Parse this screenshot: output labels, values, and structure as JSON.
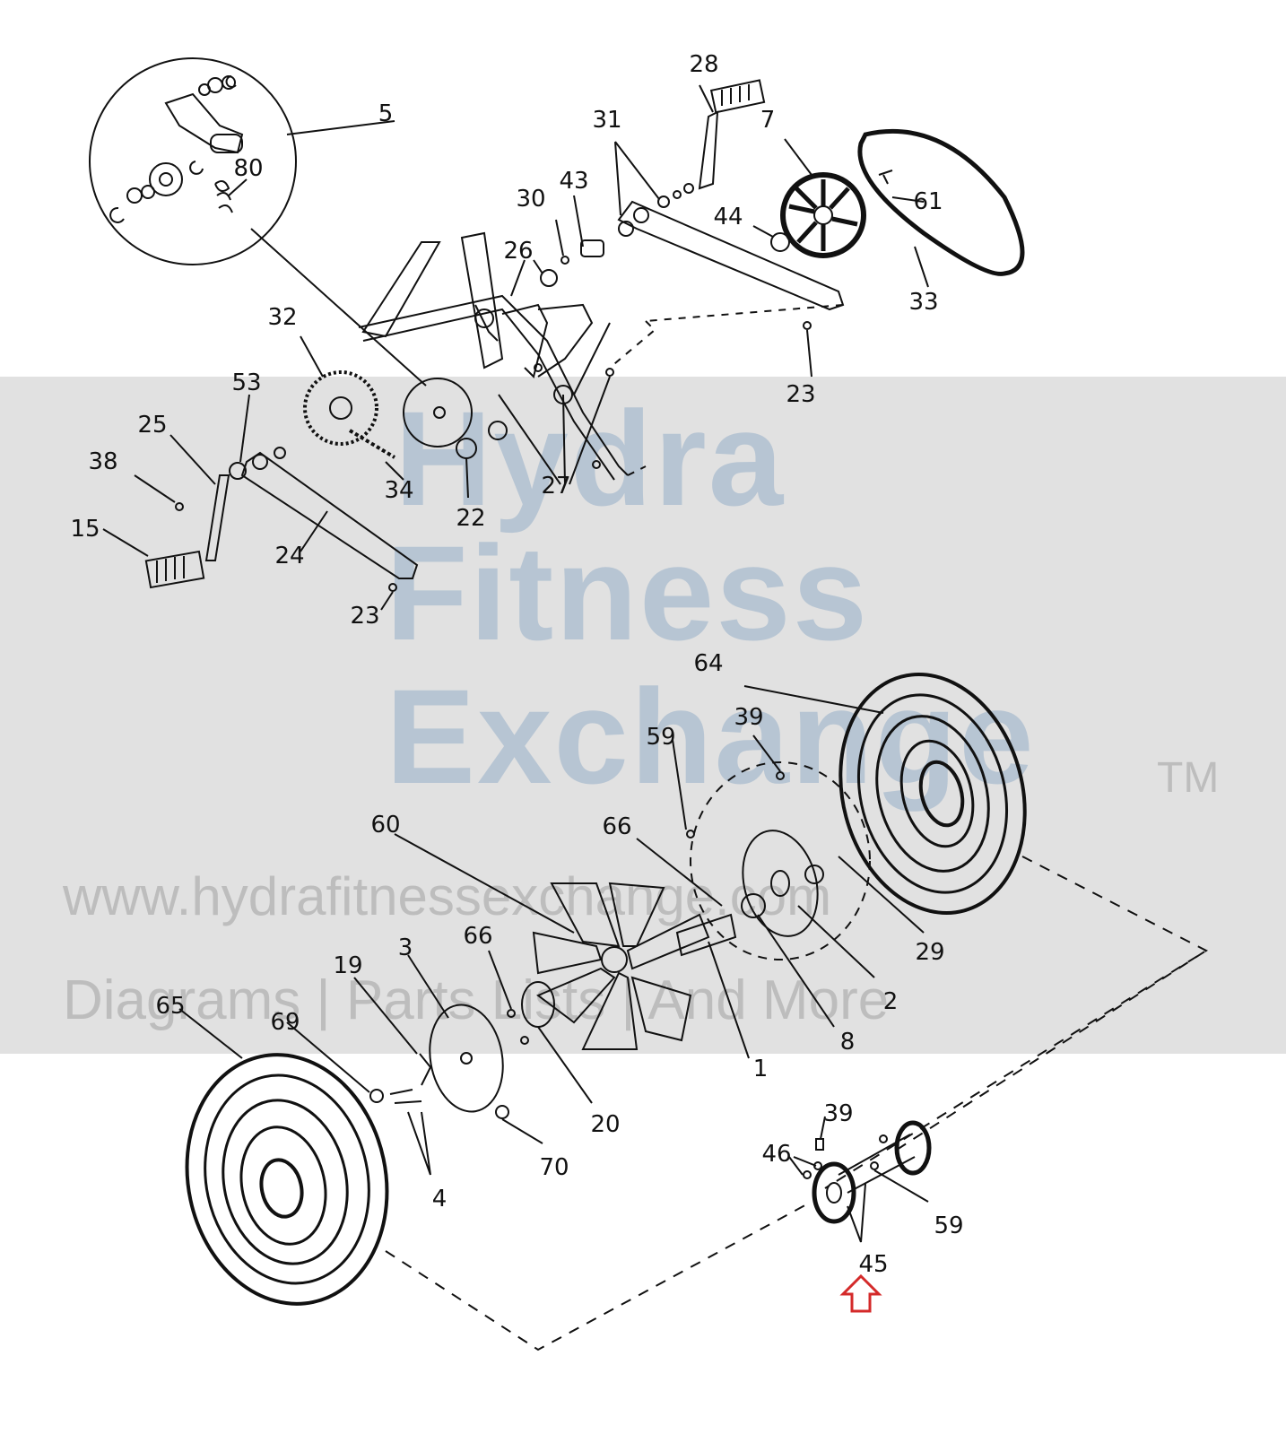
{
  "watermark": {
    "line1": "Hydra",
    "line2": "Fitness",
    "line3": "Exchange",
    "tm": "TM",
    "url": "www.hydrafitnessexchange.com",
    "tagline": "Diagrams | Parts Lists | And More"
  },
  "part_labels": [
    "5",
    "80",
    "28",
    "31",
    "7",
    "30",
    "43",
    "61",
    "26",
    "44",
    "33",
    "32",
    "53",
    "23",
    "25",
    "38",
    "34",
    "22",
    "27",
    "15",
    "24",
    "23",
    "64",
    "39",
    "59",
    "60",
    "66",
    "29",
    "66",
    "3",
    "19",
    "65",
    "69",
    "2",
    "8",
    "1",
    "20",
    "39",
    "46",
    "70",
    "4",
    "59",
    "45"
  ],
  "colors": {
    "line": "#111111",
    "arrow": "#d42a2a",
    "watermark_band": "#c8c8c8",
    "watermark_text": "#96afc8"
  }
}
